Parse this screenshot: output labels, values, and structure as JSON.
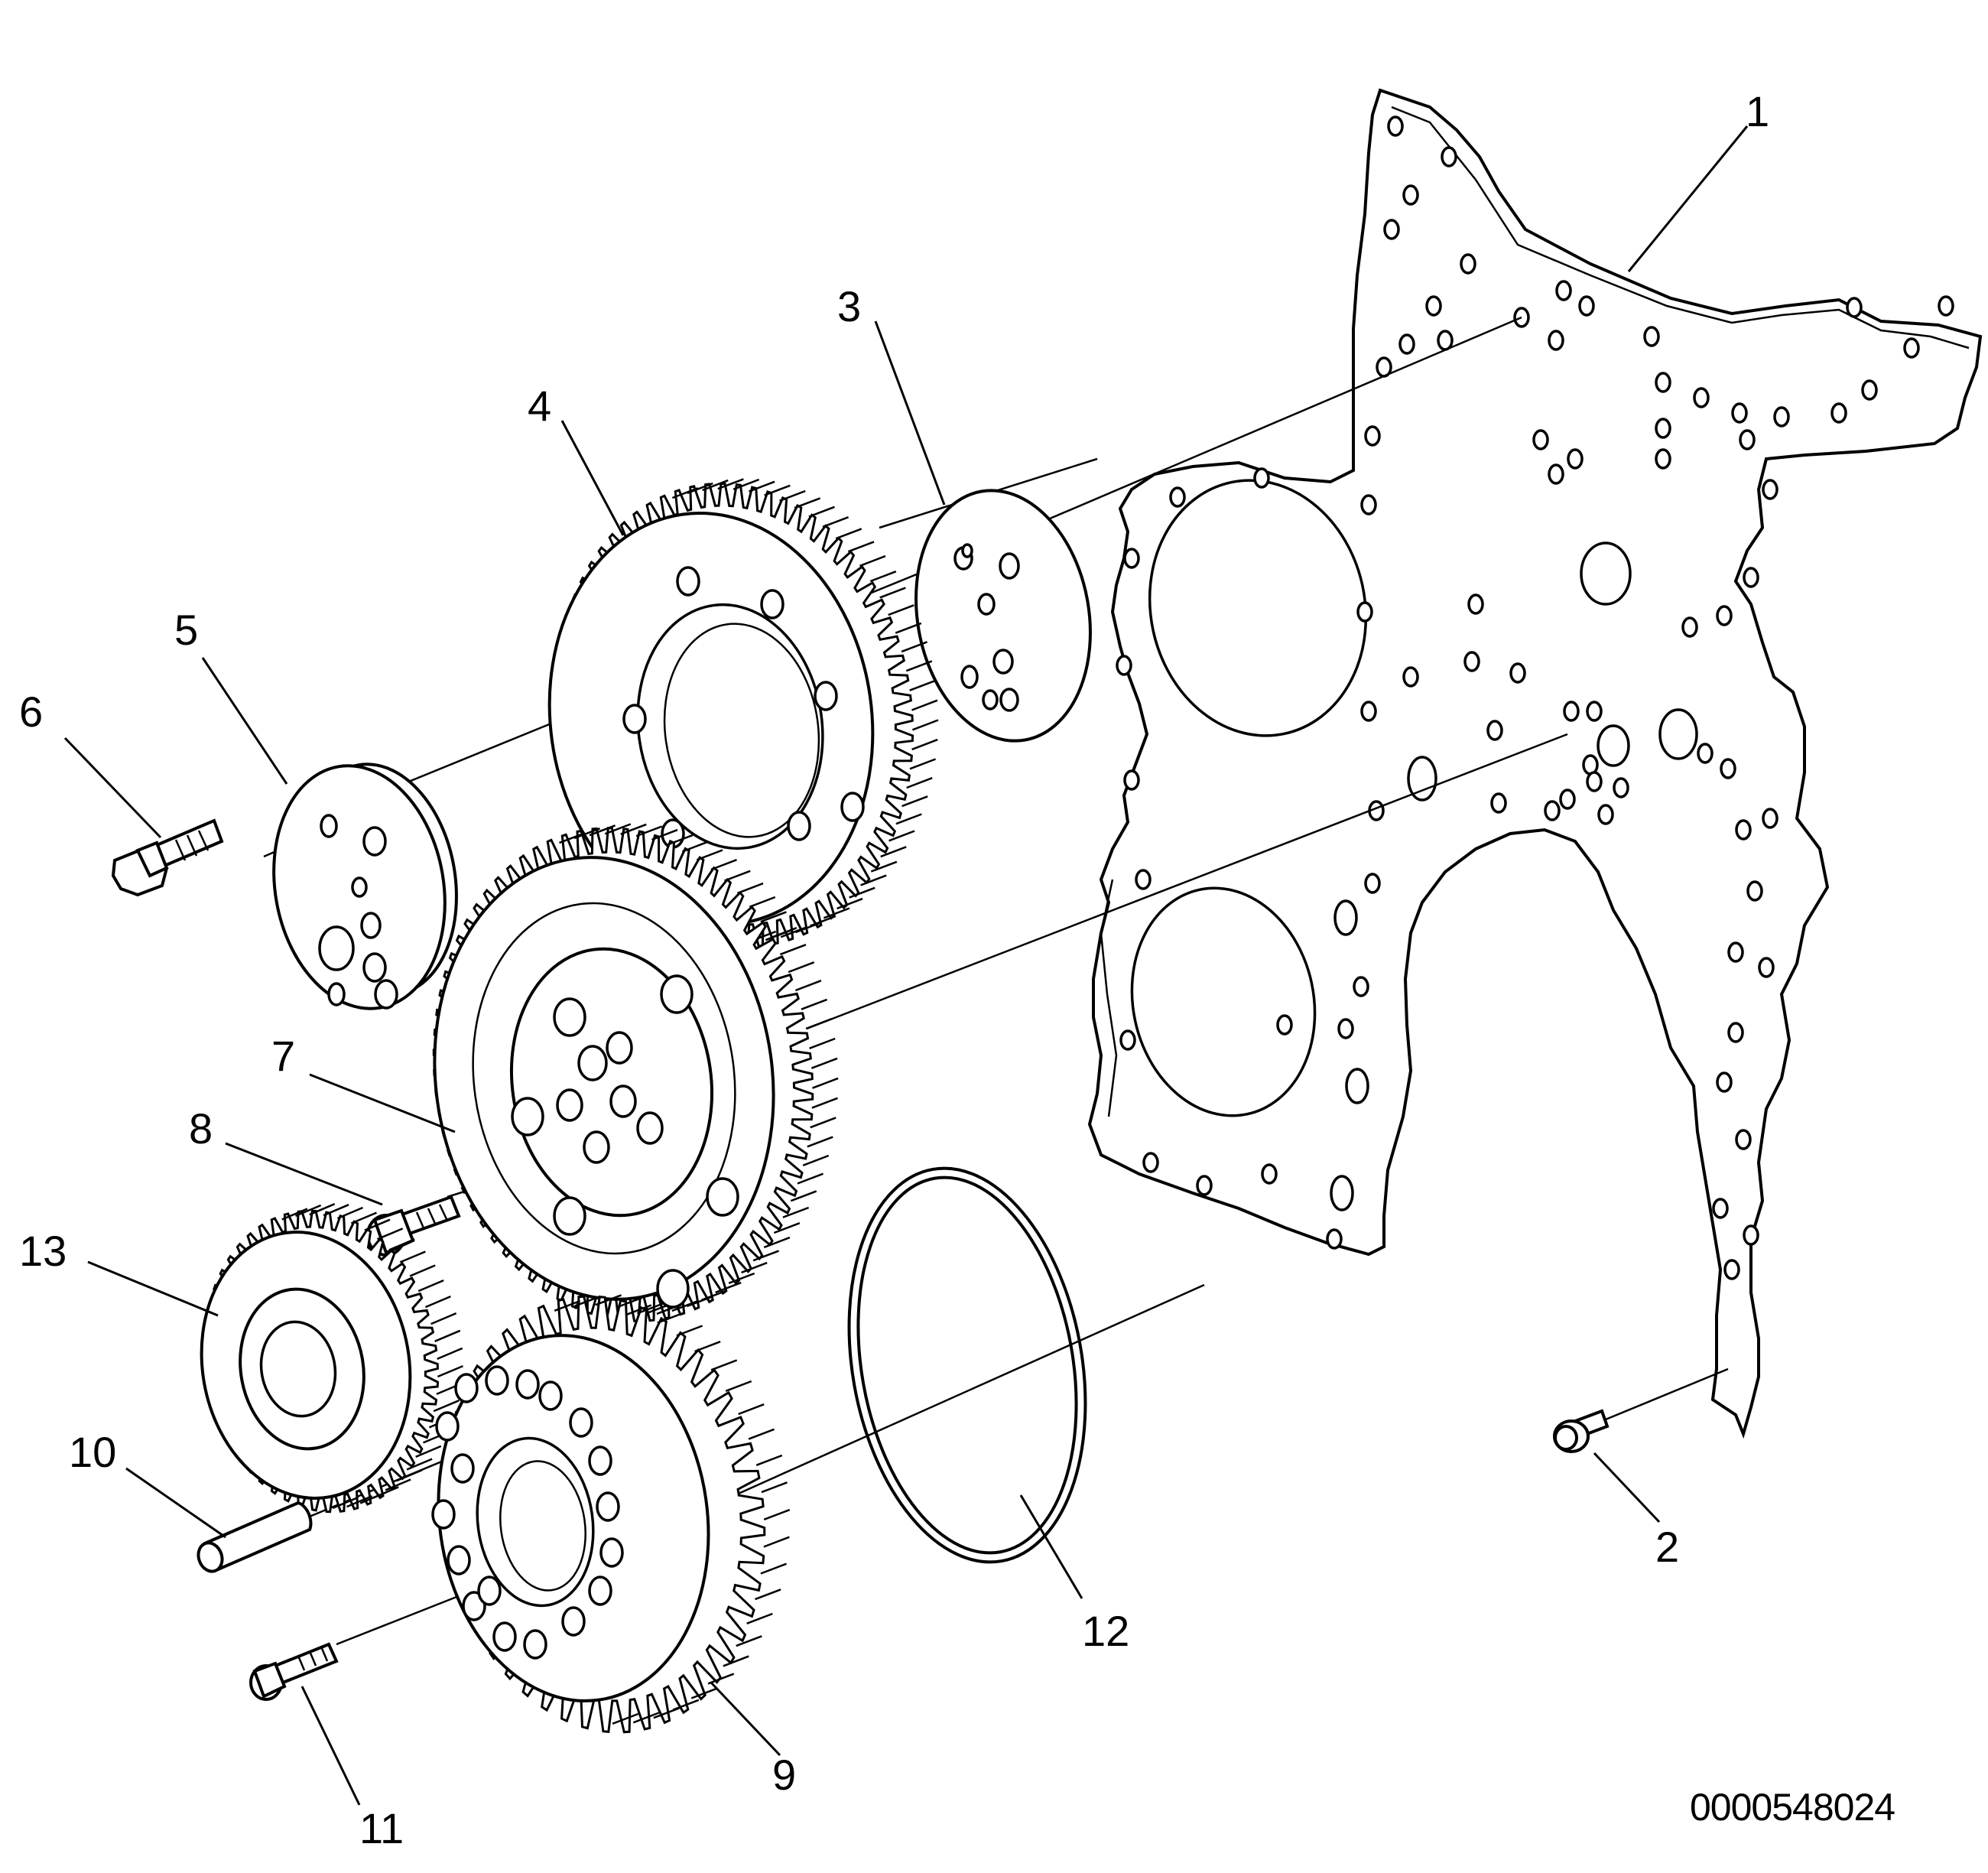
{
  "diagram": {
    "figure_id": "0000548024",
    "callouts": [
      {
        "id": "1",
        "label": "1"
      },
      {
        "id": "2",
        "label": "2"
      },
      {
        "id": "3",
        "label": "3"
      },
      {
        "id": "4",
        "label": "4"
      },
      {
        "id": "5",
        "label": "5"
      },
      {
        "id": "6",
        "label": "6"
      },
      {
        "id": "7",
        "label": "7"
      },
      {
        "id": "8",
        "label": "8"
      },
      {
        "id": "9",
        "label": "9"
      },
      {
        "id": "10",
        "label": "10"
      },
      {
        "id": "11",
        "label": "11"
      },
      {
        "id": "12",
        "label": "12"
      },
      {
        "id": "13",
        "label": "13"
      }
    ]
  }
}
